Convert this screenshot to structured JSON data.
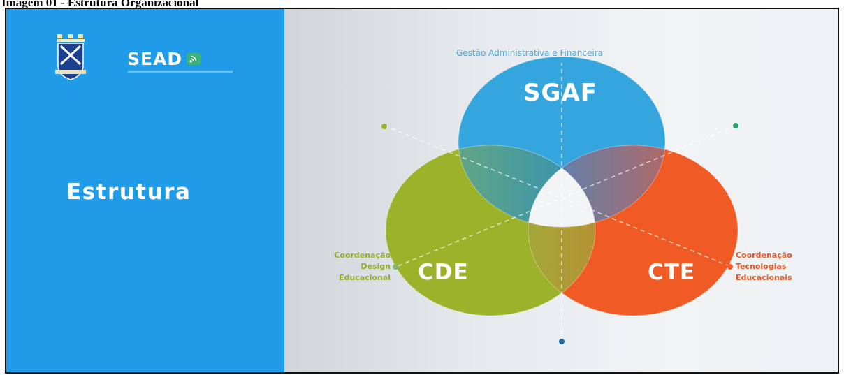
{
  "caption": "Imagem 01 - Estrutura Organizacional",
  "left_panel": {
    "logo_text": "SEAD",
    "title": "Estrutura",
    "colors": {
      "background": "#1f9be8"
    }
  },
  "diagram": {
    "top": {
      "code": "SGAF",
      "label": "Gestão Administrativa e Financeira",
      "color": "#35a6dd"
    },
    "left": {
      "code": "CDE",
      "label_lines": [
        "Coordenação",
        "Design",
        "Educacional"
      ],
      "color": "#9bb22a"
    },
    "right": {
      "code": "CTE",
      "label_lines": [
        "Coordenação",
        "Tecnologias",
        "Educacionais"
      ],
      "color": "#f05a24"
    }
  }
}
